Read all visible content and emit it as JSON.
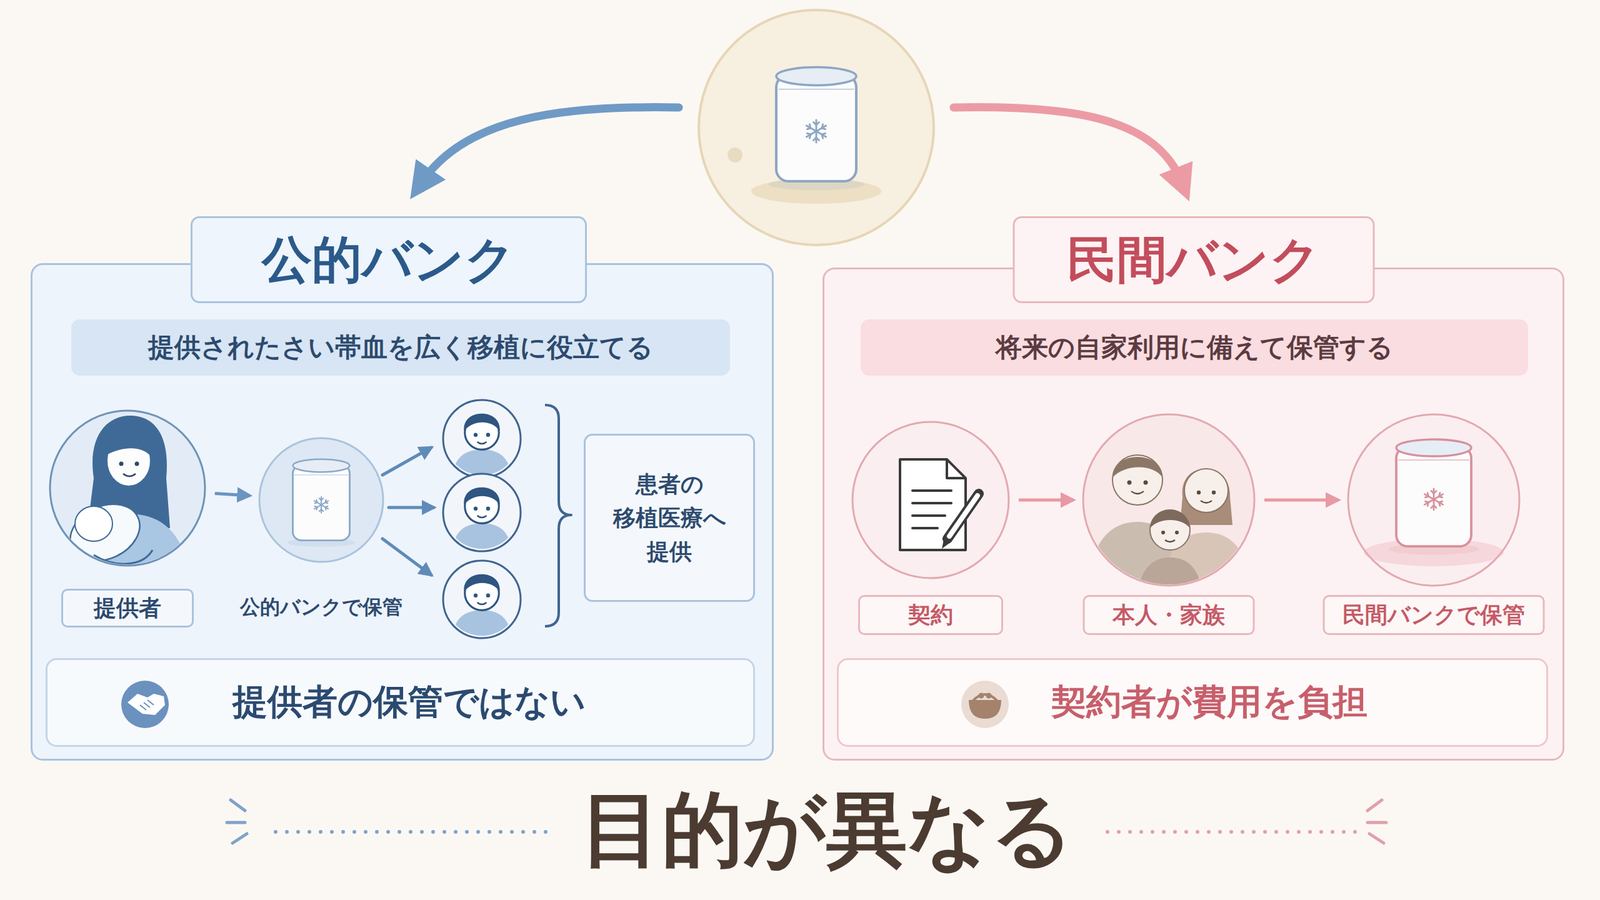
{
  "diagram": {
    "caption": "目的が異なる",
    "nodes": [
      {
        "text": [
          "公的バンク"
        ]
      },
      {
        "text": [
          "提供されたさい帯血を広く移植に役立てる"
        ],
        "in": 0
      },
      {
        "text": [
          "提供者"
        ],
        "in": 0
      },
      {
        "text": [
          "公的バンクで保管"
        ],
        "in": 0
      },
      {
        "text": [
          "患者の 移植医療へ 提供"
        ],
        "in": 0
      },
      {
        "text": [
          "提供者の保管ではない"
        ],
        "in": 0
      },
      {
        "text": [
          "民間バンク"
        ]
      },
      {
        "text": [
          "将来の自家利用に備えて保管する"
        ],
        "in": 6
      },
      {
        "text": [
          "契約"
        ],
        "in": 6
      },
      {
        "text": [
          "本人・家族"
        ],
        "in": 6
      },
      {
        "text": [
          "民間バンクで保管"
        ],
        "in": 6
      },
      {
        "text": [
          "契約者が費用を負担"
        ],
        "in": 6
      }
    ],
    "edges": [
      {
        "from": 2,
        "to": 3,
        "arrow": "to"
      },
      {
        "from": 8,
        "to": 9,
        "arrow": "to"
      },
      {
        "from": 9,
        "to": 10,
        "arrow": "to"
      }
    ]
  }
}
